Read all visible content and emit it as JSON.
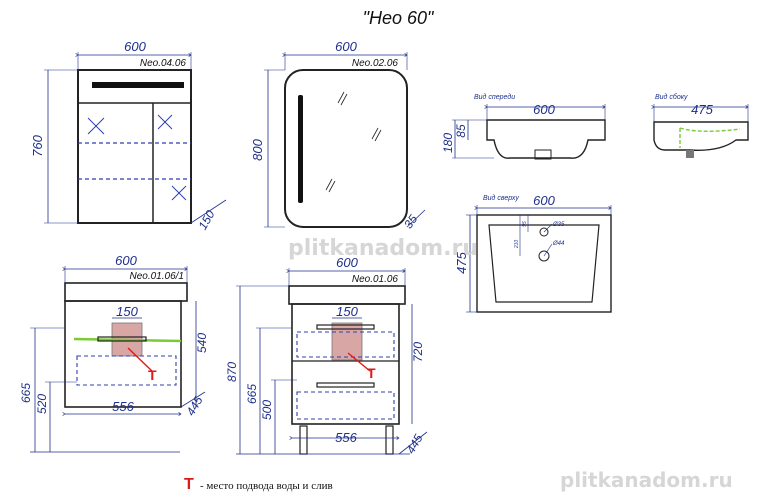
{
  "title": "\"Нео 60\"",
  "colors": {
    "dimension": "#1e2f8a",
    "outline": "#222222",
    "connection_zone": "#d9a6a6",
    "marker": "#e01818",
    "green_edge": "#7acb36",
    "watermark": "#cfcfcf"
  },
  "cabinet": {
    "code": "Neo.04.06",
    "width": "600",
    "height": "760",
    "depth": "150"
  },
  "mirror": {
    "code": "Neo.02.06",
    "width": "600",
    "height": "800",
    "depth": "35"
  },
  "sink": {
    "front_label": "Вид спереди",
    "side_label": "Вид сбоку",
    "top_label": "Вид сверху",
    "front_width": "600",
    "front_height": "180",
    "front_rim": "85",
    "side_depth": "475",
    "top_width": "600",
    "top_depth": "475",
    "hole_small": "Ø35",
    "hole_large": "Ø44",
    "offset_a": "95",
    "offset_b": "210"
  },
  "vanity_hanging": {
    "code": "Neo.01.06/1",
    "width": "600",
    "zone_width": "150",
    "height_right": "540",
    "floor_height": "665",
    "connection_height": "520",
    "bottom_width": "556",
    "depth": "445"
  },
  "vanity_floor": {
    "code": "Neo.01.06",
    "width": "600",
    "zone_width": "150",
    "total_height": "870",
    "height_right": "720",
    "floor_height": "665",
    "connection_height": "500",
    "bottom_width": "556",
    "depth": "445"
  },
  "legend": {
    "marker": "Т",
    "text": "- место подвода воды и слив"
  },
  "watermarks": {
    "middle": "plitkanadom.ru",
    "bottom": "plitkanadom.ru"
  }
}
